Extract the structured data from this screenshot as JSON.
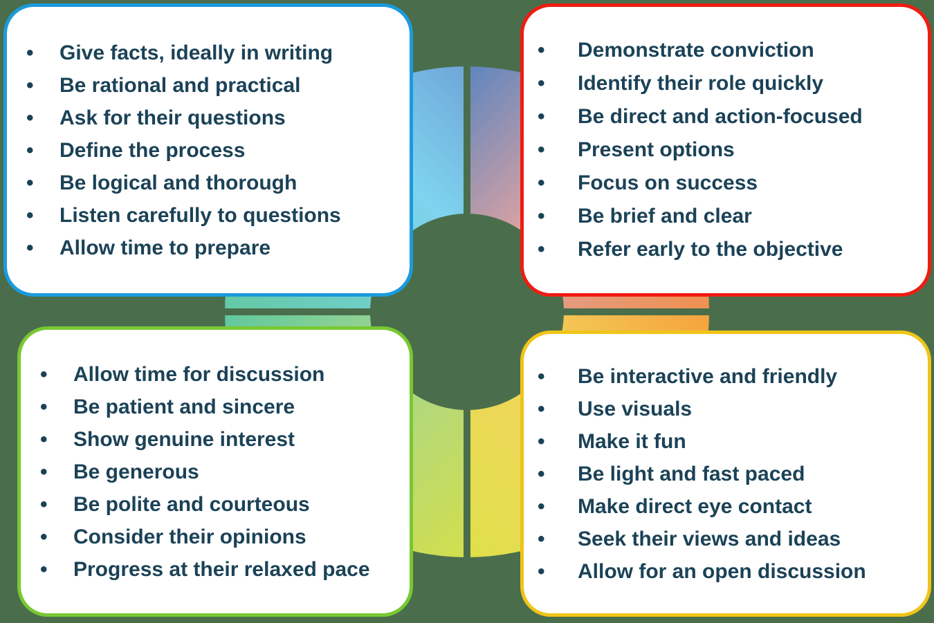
{
  "background_color": "#4a6e4c",
  "text_color": "#1b4257",
  "bullet_glyph": "•",
  "ring": {
    "center_hole_color": "#ffffff",
    "quadrants": [
      {
        "name": "top-left",
        "color_from": "#7fd3ef",
        "color_to": "#5fc8a9",
        "accent": "#1b9bdc"
      },
      {
        "name": "top-right",
        "color_from": "#6a8fc0",
        "color_to": "#ef8a5e",
        "accent": "#ef1c11"
      },
      {
        "name": "bottom-left",
        "color_from": "#8fd08a",
        "color_to": "#cede4a",
        "accent": "#78c832"
      },
      {
        "name": "bottom-right",
        "color_from": "#f5a23c",
        "color_to": "#e8e04a",
        "accent": "#f0c419"
      }
    ]
  },
  "quadrants": {
    "top_left": {
      "accent_color": "#1b9bdc",
      "items": [
        "Give facts, ideally in writing",
        "Be rational and practical",
        "Ask for their questions",
        "Define the process",
        "Be logical and thorough",
        "Listen carefully to questions",
        "Allow time to prepare"
      ]
    },
    "top_right": {
      "accent_color": "#ef1c11",
      "items": [
        "Demonstrate conviction",
        "Identify their role quickly",
        "Be direct and action-focused",
        "Present options",
        "Focus on success",
        "Be brief and clear",
        "Refer early to the objective"
      ]
    },
    "bottom_left": {
      "accent_color": "#78c832",
      "items": [
        "Allow time for discussion",
        "Be patient and sincere",
        "Show genuine interest",
        "Be generous",
        "Be polite and courteous",
        "Consider their opinions",
        "Progress at their relaxed pace"
      ]
    },
    "bottom_right": {
      "accent_color": "#f0c419",
      "items": [
        "Be interactive and friendly",
        "Use visuals",
        "Make it fun",
        "Be light and fast paced",
        "Make direct eye contact",
        "Seek their views and ideas",
        "Allow for an open discussion"
      ]
    }
  }
}
